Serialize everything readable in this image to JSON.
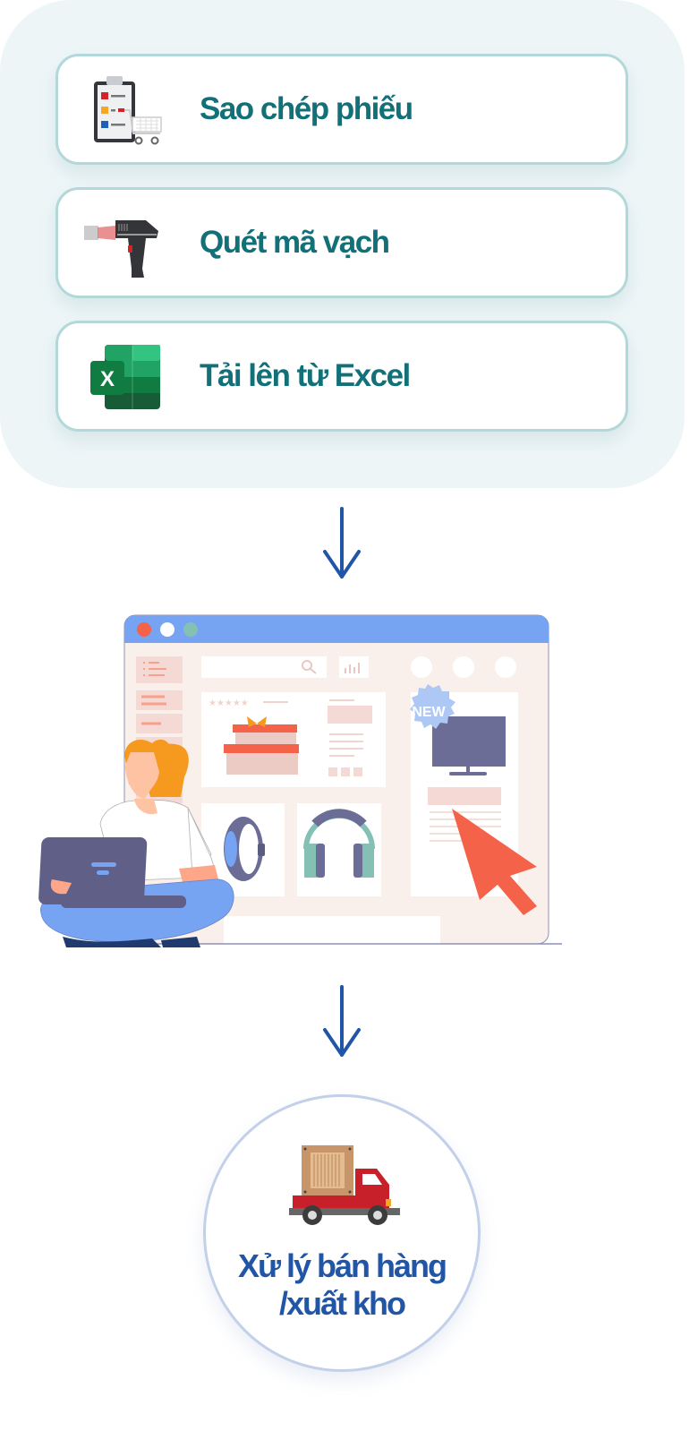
{
  "input_methods": [
    {
      "label": "Sao chép phiếu",
      "icon": "clipboard-cart-icon"
    },
    {
      "label": "Quét mã vạch",
      "icon": "barcode-scanner-icon"
    },
    {
      "label": "Tải lên từ Excel",
      "icon": "excel-icon"
    }
  ],
  "illustration": {
    "new_badge": "NEW",
    "description": "person with laptop in front of online store window"
  },
  "result": {
    "line1": "Xử lý bán hàng",
    "line2": "/xuất kho",
    "icon": "delivery-truck-icon"
  },
  "colors": {
    "card_text": "#127078",
    "card_border": "#b3d8d9",
    "panel_bg": "#edf5f7",
    "arrow": "#2156a6",
    "result_text": "#2156a6",
    "circle_border": "#c3d0ea"
  }
}
